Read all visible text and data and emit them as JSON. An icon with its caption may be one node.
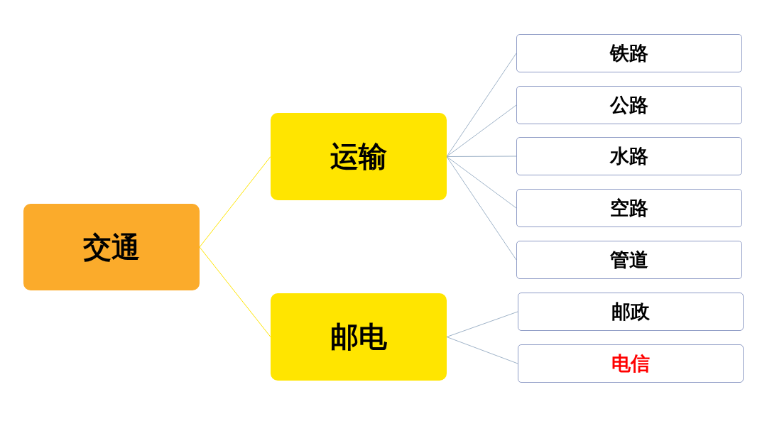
{
  "diagram": {
    "nodes": [
      {
        "text": [
          "交通"
        ]
      },
      {
        "text": [
          "运输"
        ]
      },
      {
        "text": [
          "邮电"
        ]
      },
      {
        "text": [
          "铁路"
        ]
      },
      {
        "text": [
          "公路"
        ]
      },
      {
        "text": [
          "水路"
        ]
      },
      {
        "text": [
          "空路"
        ]
      },
      {
        "text": [
          "管道"
        ]
      },
      {
        "text": [
          "邮政"
        ]
      },
      {
        "text": [
          "电信"
        ]
      }
    ],
    "edges": [
      {
        "from": 0,
        "to": 1,
        "arrow": "none",
        "color": "#ffe500"
      },
      {
        "from": 0,
        "to": 2,
        "arrow": "none",
        "color": "#ffe500"
      },
      {
        "from": 1,
        "to": 3,
        "arrow": "none"
      },
      {
        "from": 1,
        "to": 4,
        "arrow": "none"
      },
      {
        "from": 1,
        "to": 5,
        "arrow": "none"
      },
      {
        "from": 1,
        "to": 6,
        "arrow": "none"
      },
      {
        "from": 1,
        "to": 7,
        "arrow": "none"
      },
      {
        "from": 2,
        "to": 8,
        "arrow": "none"
      },
      {
        "from": 2,
        "to": 9,
        "arrow": "none"
      }
    ]
  }
}
